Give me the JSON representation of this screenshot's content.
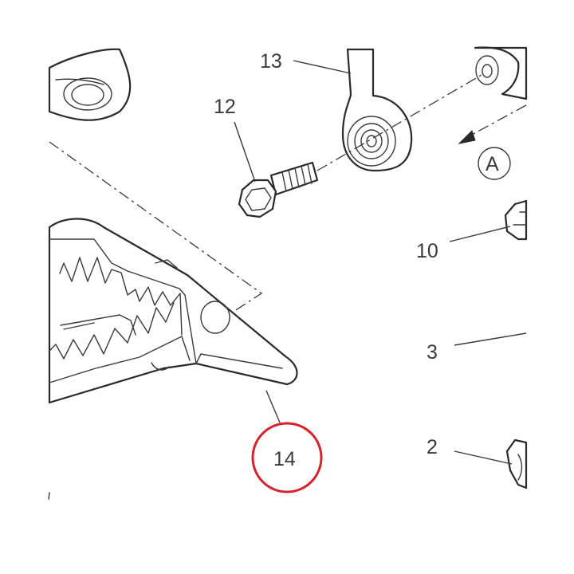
{
  "callouts": [
    {
      "id": "13",
      "label": "13"
    },
    {
      "id": "12",
      "label": "12"
    },
    {
      "id": "a",
      "label": "A"
    },
    {
      "id": "10",
      "label": "10"
    },
    {
      "id": "3",
      "label": "3"
    },
    {
      "id": "2",
      "label": "2"
    },
    {
      "id": "14",
      "label": "14"
    }
  ],
  "highlight": {
    "target_callout": "14",
    "color": "#d8212b"
  },
  "colors": {
    "line": "#2a2a2a",
    "background": "#ffffff"
  }
}
